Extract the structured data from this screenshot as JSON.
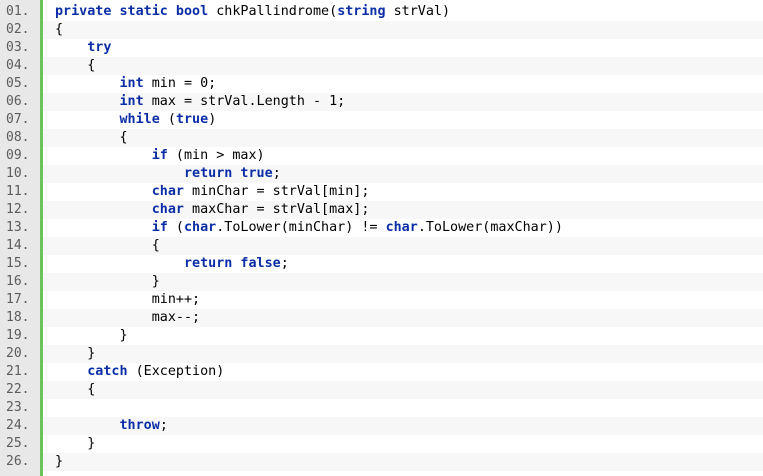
{
  "colors": {
    "keyword": "#0b2ea6",
    "text": "#000000",
    "line_number": "#5c5c5c",
    "gutter_background": "#e8e8e8",
    "gutter_border": "#6cc35c",
    "alt_row_background": "#f7f7f7"
  },
  "lines": [
    {
      "num": "01.",
      "tokens": [
        {
          "t": "private static bool",
          "k": true
        },
        {
          "t": " chkPallindrome(",
          "k": false
        },
        {
          "t": "string",
          "k": true
        },
        {
          "t": " strVal)",
          "k": false
        }
      ]
    },
    {
      "num": "02.",
      "tokens": [
        {
          "t": "{",
          "k": false
        }
      ]
    },
    {
      "num": "03.",
      "tokens": [
        {
          "t": "    ",
          "k": false
        },
        {
          "t": "try",
          "k": true
        }
      ]
    },
    {
      "num": "04.",
      "tokens": [
        {
          "t": "    {",
          "k": false
        }
      ]
    },
    {
      "num": "05.",
      "tokens": [
        {
          "t": "        ",
          "k": false
        },
        {
          "t": "int",
          "k": true
        },
        {
          "t": " min = 0;",
          "k": false
        }
      ]
    },
    {
      "num": "06.",
      "tokens": [
        {
          "t": "        ",
          "k": false
        },
        {
          "t": "int",
          "k": true
        },
        {
          "t": " max = strVal.Length - 1;",
          "k": false
        }
      ]
    },
    {
      "num": "07.",
      "tokens": [
        {
          "t": "        ",
          "k": false
        },
        {
          "t": "while",
          "k": true
        },
        {
          "t": " (",
          "k": false
        },
        {
          "t": "true",
          "k": true
        },
        {
          "t": ")",
          "k": false
        }
      ]
    },
    {
      "num": "08.",
      "tokens": [
        {
          "t": "        {",
          "k": false
        }
      ]
    },
    {
      "num": "09.",
      "tokens": [
        {
          "t": "            ",
          "k": false
        },
        {
          "t": "if",
          "k": true
        },
        {
          "t": " (min > max)",
          "k": false
        }
      ]
    },
    {
      "num": "10.",
      "tokens": [
        {
          "t": "                ",
          "k": false
        },
        {
          "t": "return true",
          "k": true
        },
        {
          "t": ";",
          "k": false
        }
      ]
    },
    {
      "num": "11.",
      "tokens": [
        {
          "t": "            ",
          "k": false
        },
        {
          "t": "char",
          "k": true
        },
        {
          "t": " minChar = strVal[min];",
          "k": false
        }
      ]
    },
    {
      "num": "12.",
      "tokens": [
        {
          "t": "            ",
          "k": false
        },
        {
          "t": "char",
          "k": true
        },
        {
          "t": " maxChar = strVal[max];",
          "k": false
        }
      ]
    },
    {
      "num": "13.",
      "tokens": [
        {
          "t": "            ",
          "k": false
        },
        {
          "t": "if",
          "k": true
        },
        {
          "t": " (",
          "k": false
        },
        {
          "t": "char",
          "k": true
        },
        {
          "t": ".ToLower(minChar) != ",
          "k": false
        },
        {
          "t": "char",
          "k": true
        },
        {
          "t": ".ToLower(maxChar))",
          "k": false
        }
      ]
    },
    {
      "num": "14.",
      "tokens": [
        {
          "t": "            {",
          "k": false
        }
      ]
    },
    {
      "num": "15.",
      "tokens": [
        {
          "t": "                ",
          "k": false
        },
        {
          "t": "return false",
          "k": true
        },
        {
          "t": ";",
          "k": false
        }
      ]
    },
    {
      "num": "16.",
      "tokens": [
        {
          "t": "            }",
          "k": false
        }
      ]
    },
    {
      "num": "17.",
      "tokens": [
        {
          "t": "            min++;",
          "k": false
        }
      ]
    },
    {
      "num": "18.",
      "tokens": [
        {
          "t": "            max--;",
          "k": false
        }
      ]
    },
    {
      "num": "19.",
      "tokens": [
        {
          "t": "        }",
          "k": false
        }
      ]
    },
    {
      "num": "20.",
      "tokens": [
        {
          "t": "    }",
          "k": false
        }
      ]
    },
    {
      "num": "21.",
      "tokens": [
        {
          "t": "    ",
          "k": false
        },
        {
          "t": "catch",
          "k": true
        },
        {
          "t": " (Exception)",
          "k": false
        }
      ]
    },
    {
      "num": "22.",
      "tokens": [
        {
          "t": "    {",
          "k": false
        }
      ]
    },
    {
      "num": "23.",
      "tokens": []
    },
    {
      "num": "24.",
      "tokens": [
        {
          "t": "        ",
          "k": false
        },
        {
          "t": "throw",
          "k": true
        },
        {
          "t": ";",
          "k": false
        }
      ]
    },
    {
      "num": "25.",
      "tokens": [
        {
          "t": "    }",
          "k": false
        }
      ]
    },
    {
      "num": "26.",
      "tokens": [
        {
          "t": "}",
          "k": false
        }
      ]
    }
  ]
}
